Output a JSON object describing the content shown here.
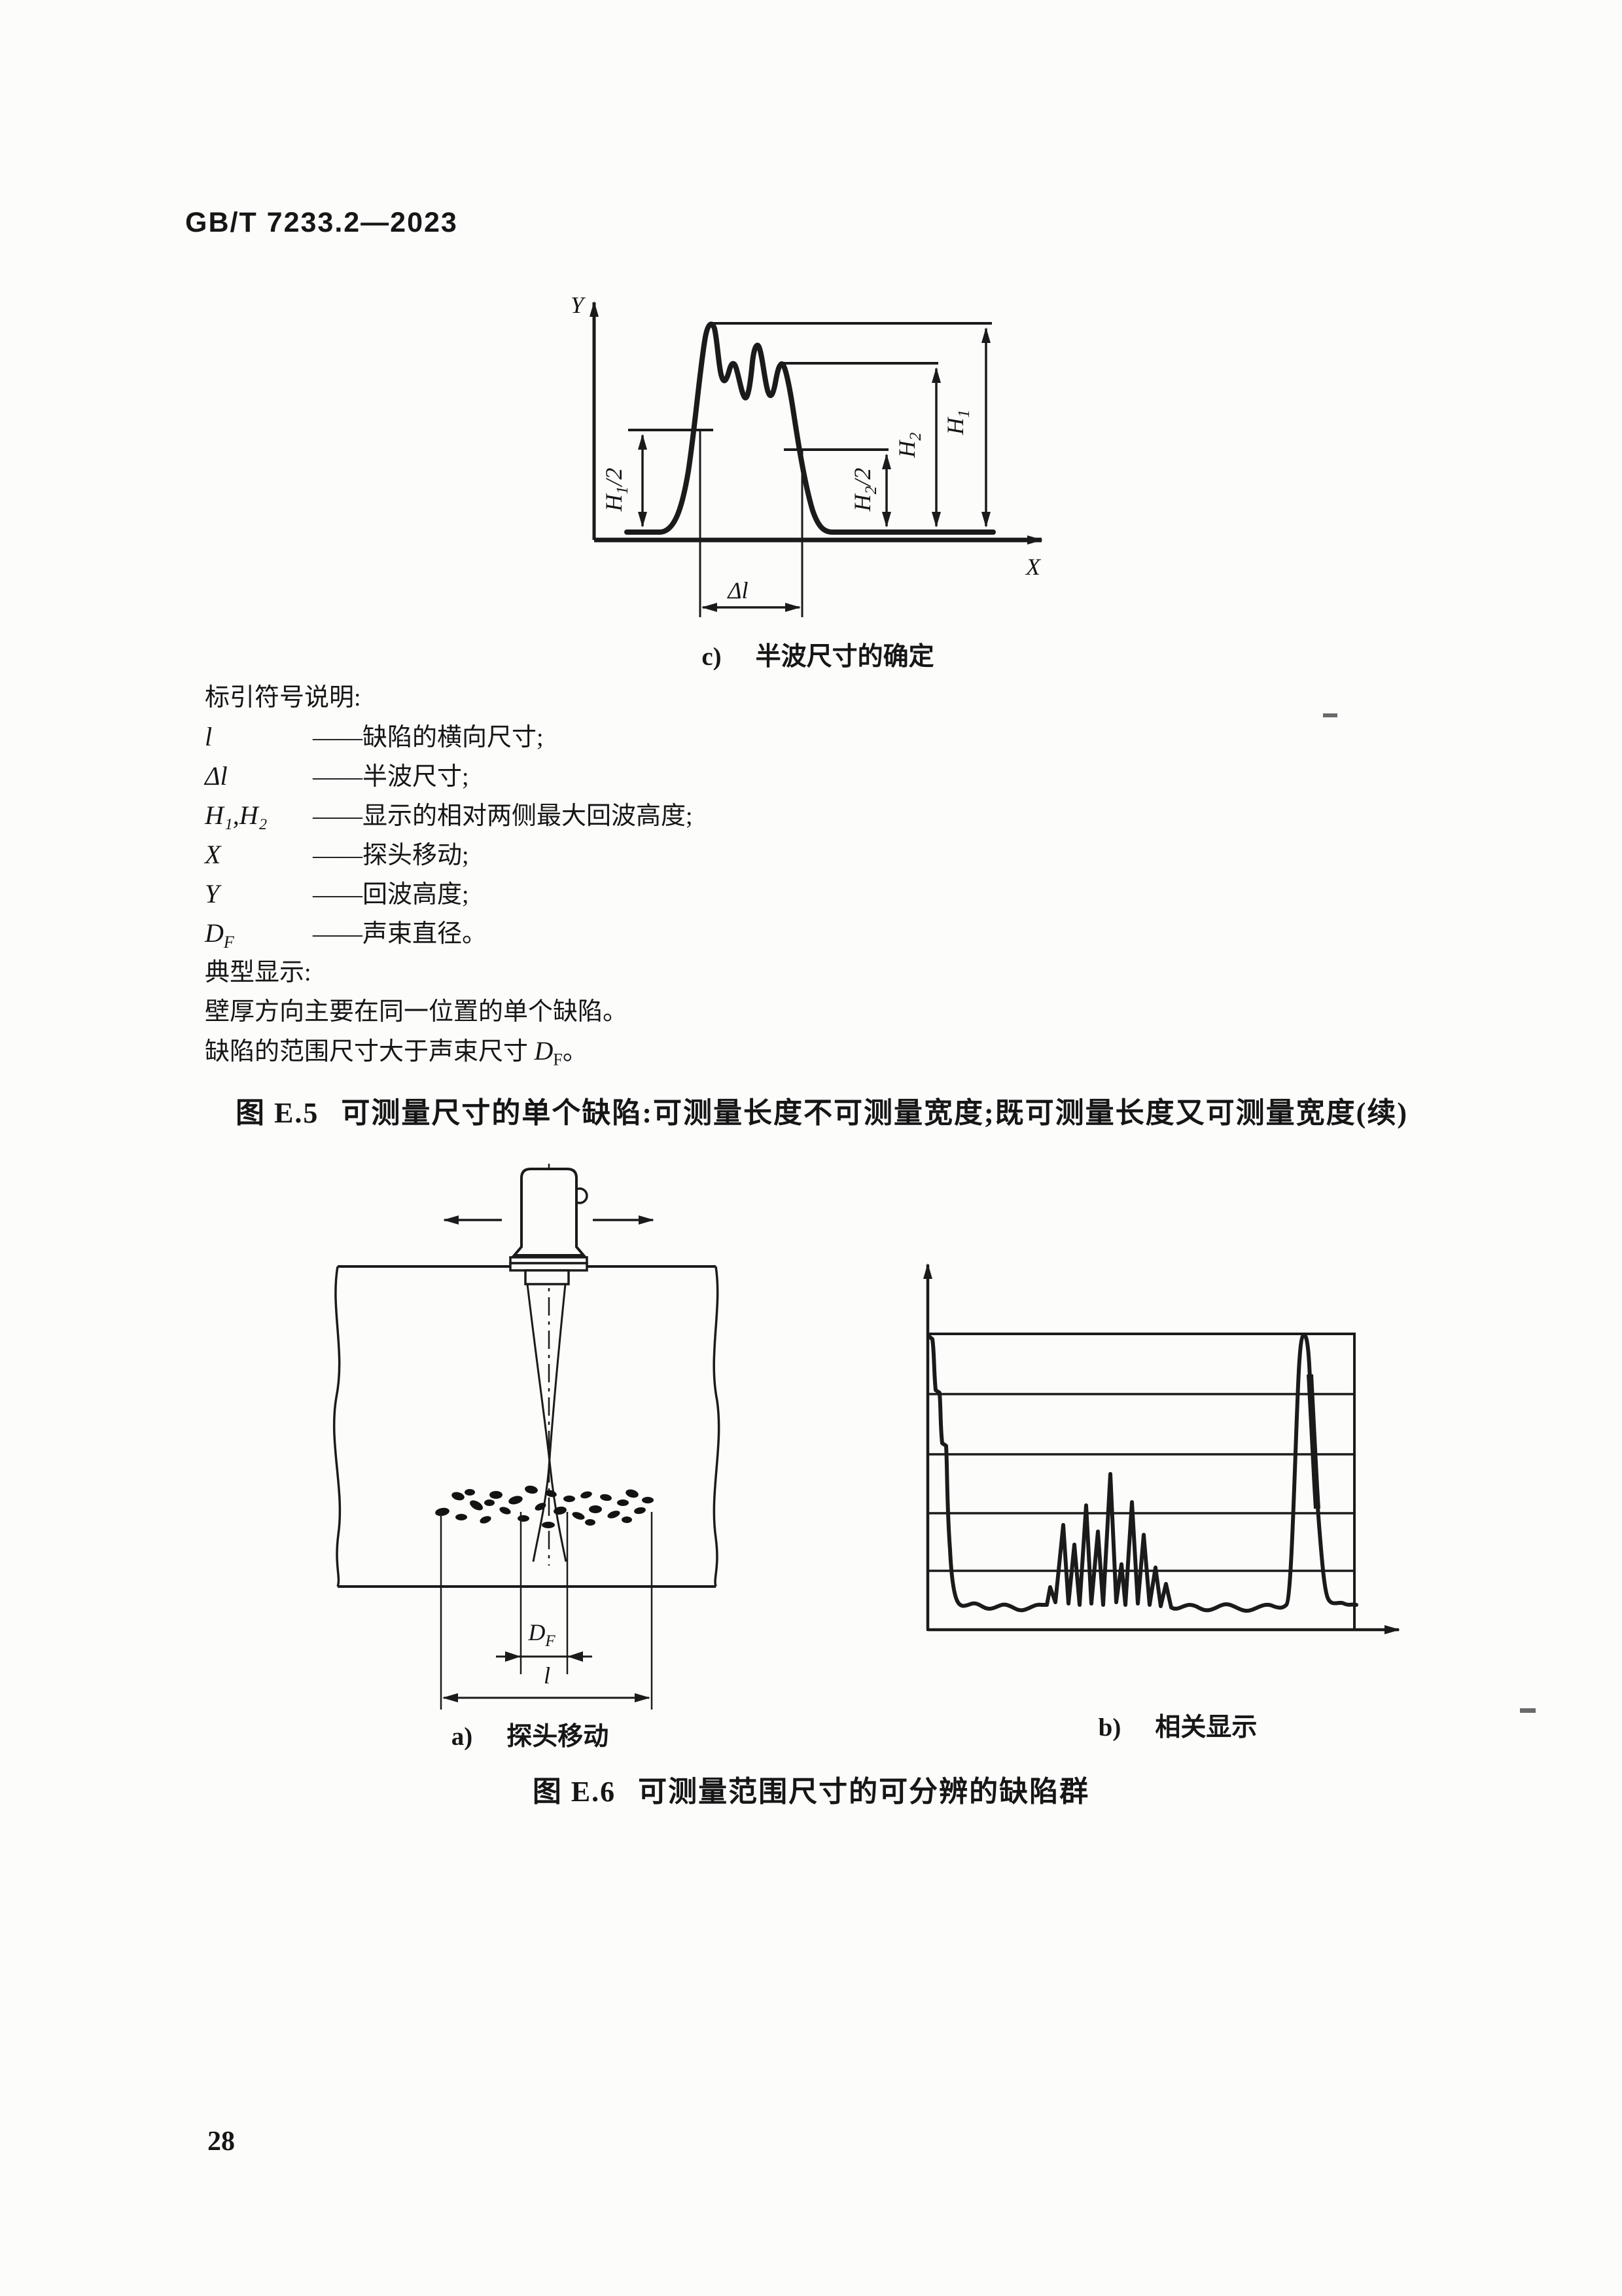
{
  "page": {
    "header": "GB/T 7233.2—2023",
    "page_number": "28"
  },
  "fig_c": {
    "y_label": "Y",
    "x_label": "X",
    "delta_label": "Δl",
    "h1_half": {
      "m": "H",
      "s": "1",
      "r": "/2"
    },
    "h2_half": {
      "m": "H",
      "s": "2",
      "r": "/2"
    },
    "h2": {
      "m": "H",
      "s": "2"
    },
    "h1": {
      "m": "H",
      "s": "1"
    },
    "caption_prefix": "c)",
    "caption": "半波尺寸的确定"
  },
  "legend": {
    "title": "标引符号说明:",
    "items": [
      {
        "sym": "l",
        "desc": "——缺陷的横向尺寸;"
      },
      {
        "sym": "Δl",
        "desc": "——半波尺寸;"
      },
      {
        "sym": "H₁,H₂",
        "desc": "——显示的相对两侧最大回波高度;"
      },
      {
        "sym": "X",
        "desc": "——探头移动;"
      },
      {
        "sym": "Y",
        "desc": "——回波高度;"
      },
      {
        "sym": "D",
        "sym_sub": "F",
        "desc": "——声束直径。"
      }
    ],
    "typical_title": "典型显示:",
    "typical_line1": "壁厚方向主要在同一位置的单个缺陷。",
    "typical_line2": {
      "prefix": "缺陷的范围尺寸大于声束尺寸 ",
      "sym": "D",
      "sym_sub": "F",
      "suffix": "。"
    }
  },
  "captions": {
    "e5_prefix": "图 E.5",
    "e5_text": "可测量尺寸的单个缺陷:可测量长度不可测量宽度;既可测量长度又可测量宽度(续)",
    "e6_prefix": "图 E.6",
    "e6_text": "可测量范围尺寸的可分辨的缺陷群"
  },
  "fig_a": {
    "df": {
      "m": "D",
      "s": "F"
    },
    "l_label": "l",
    "caption_prefix": "a)",
    "caption": "探头移动"
  },
  "fig_b": {
    "caption_prefix": "b)",
    "caption": "相关显示"
  }
}
